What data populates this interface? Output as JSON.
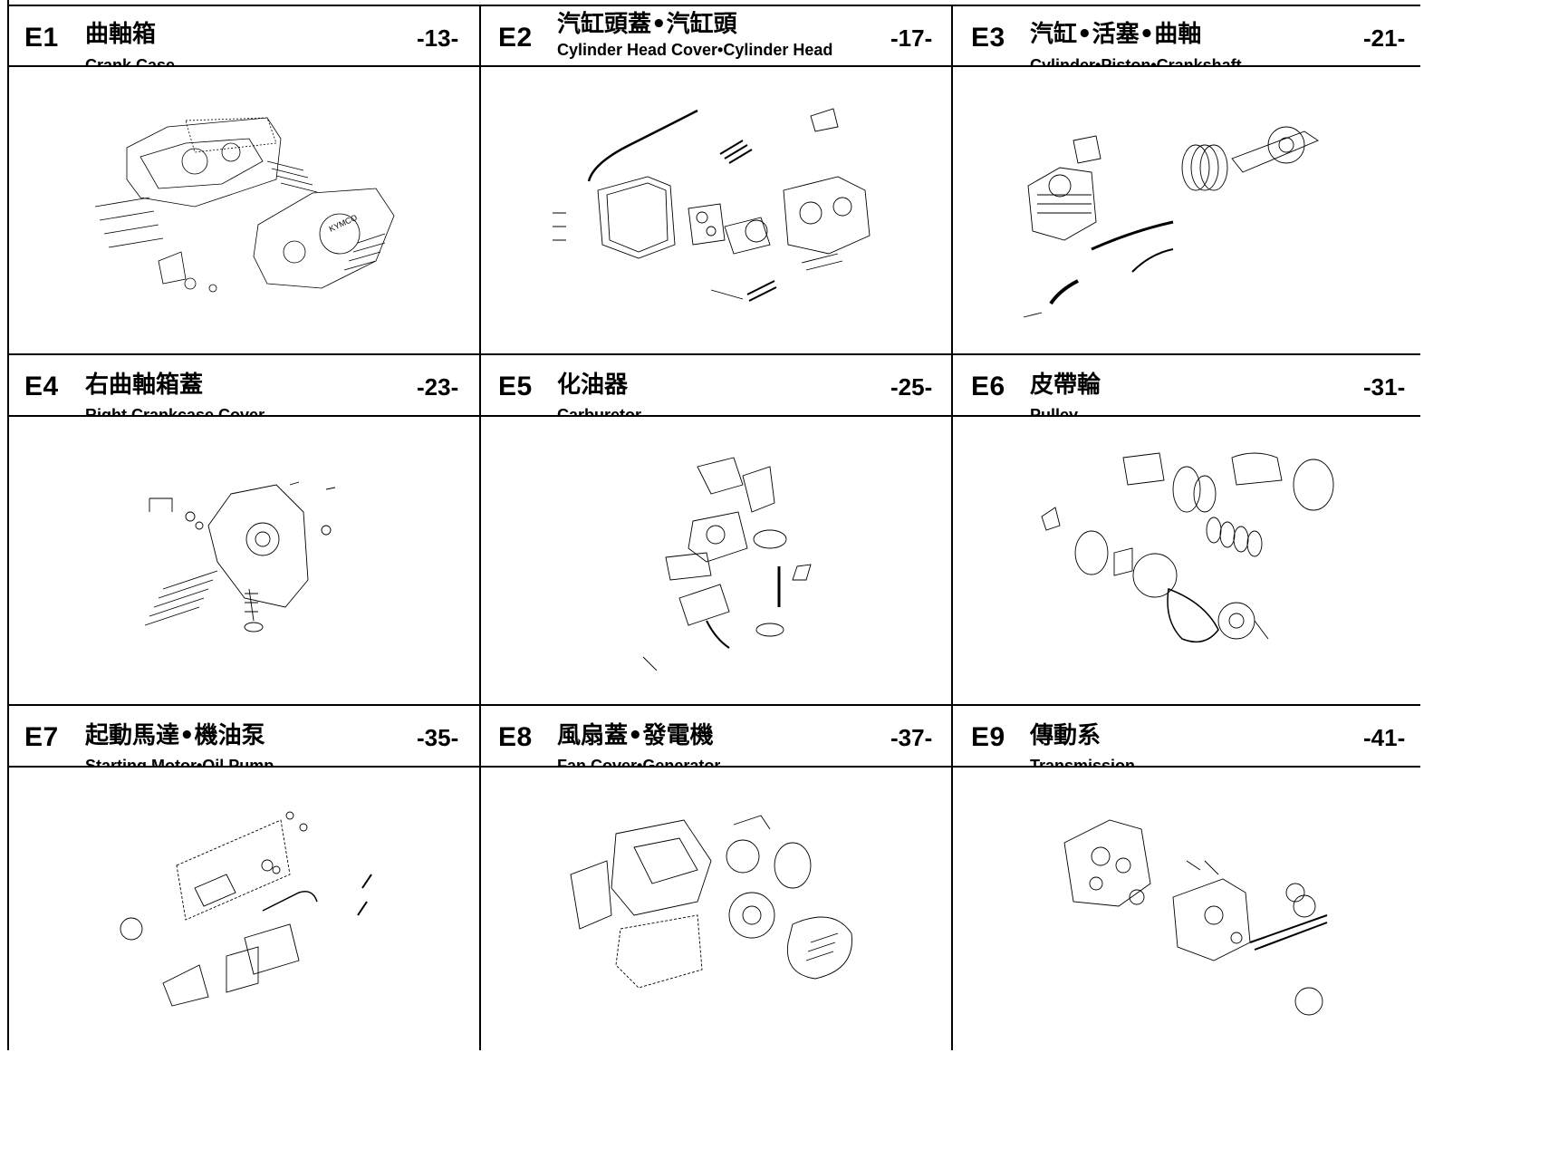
{
  "sections": [
    {
      "code": "E1",
      "title_zh": "曲軸箱",
      "title_en": "Crank Case",
      "page": "-13-",
      "icon": "crankcase-diagram-icon"
    },
    {
      "code": "E2",
      "title_zh": "汽缸頭蓋•汽缸頭",
      "title_en": "Cylinder Head Cover•Cylinder Head",
      "page": "-17-",
      "icon": "cylinder-head-diagram-icon"
    },
    {
      "code": "E3",
      "title_zh": "汽缸•活塞•曲軸",
      "title_en": "Cylinder•Piston•Crankshaft",
      "page": "-21-",
      "icon": "cylinder-piston-diagram-icon"
    },
    {
      "code": "E4",
      "title_zh": "右曲軸箱蓋",
      "title_en": "Right Crankcase Cover",
      "page": "-23-",
      "icon": "right-crankcase-cover-diagram-icon"
    },
    {
      "code": "E5",
      "title_zh": "化油器",
      "title_en": "Carburetor",
      "page": "-25-",
      "icon": "carburetor-diagram-icon"
    },
    {
      "code": "E6",
      "title_zh": "皮帶輪",
      "title_en": "Pulley",
      "page": "-31-",
      "icon": "pulley-diagram-icon"
    },
    {
      "code": "E7",
      "title_zh": "起動馬達•機油泵",
      "title_en": "Starting Motor•Oil Pump",
      "page": "-35-",
      "icon": "starter-oil-pump-diagram-icon"
    },
    {
      "code": "E8",
      "title_zh": "風扇蓋•發電機",
      "title_en": "Fan Cover•Generator",
      "page": "-37-",
      "icon": "fan-cover-generator-diagram-icon"
    },
    {
      "code": "E9",
      "title_zh": "傳動系",
      "title_en": "Transmission",
      "page": "-41-",
      "icon": "transmission-diagram-icon"
    }
  ]
}
